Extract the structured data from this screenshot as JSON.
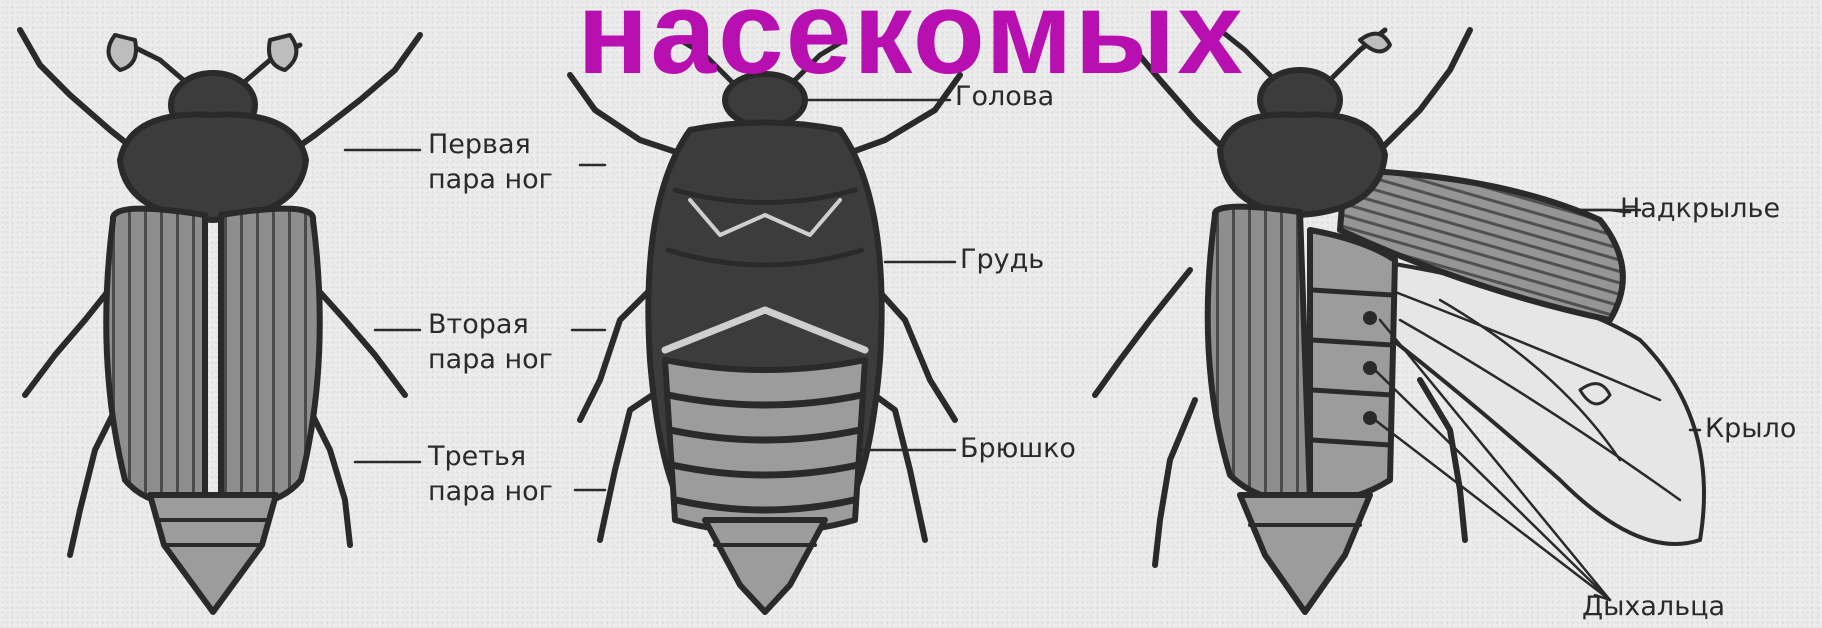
{
  "title": {
    "text": "насекомых",
    "color": "#b80fb1"
  },
  "labels": {
    "pervaya_para": "Первая",
    "pervaya_nog": "пара ног",
    "vtoraya_para": "Вторая",
    "vtoraya_nog": "пара ног",
    "tretya_para": "Третья",
    "tretya_nog": "пара ног",
    "golova": "Голова",
    "grud": "Грудь",
    "bryushko": "Брюшко",
    "nadkrylye": "Надкрылье",
    "krylo": "Крыло",
    "dykhaltsa": "Дыхальца"
  },
  "colors": {
    "ink": "#2a2a2a",
    "dark_body": "#3c3c3c",
    "elytra": "#8a8a8a",
    "abdomen": "#9c9c9c",
    "paper": "#ececec"
  }
}
